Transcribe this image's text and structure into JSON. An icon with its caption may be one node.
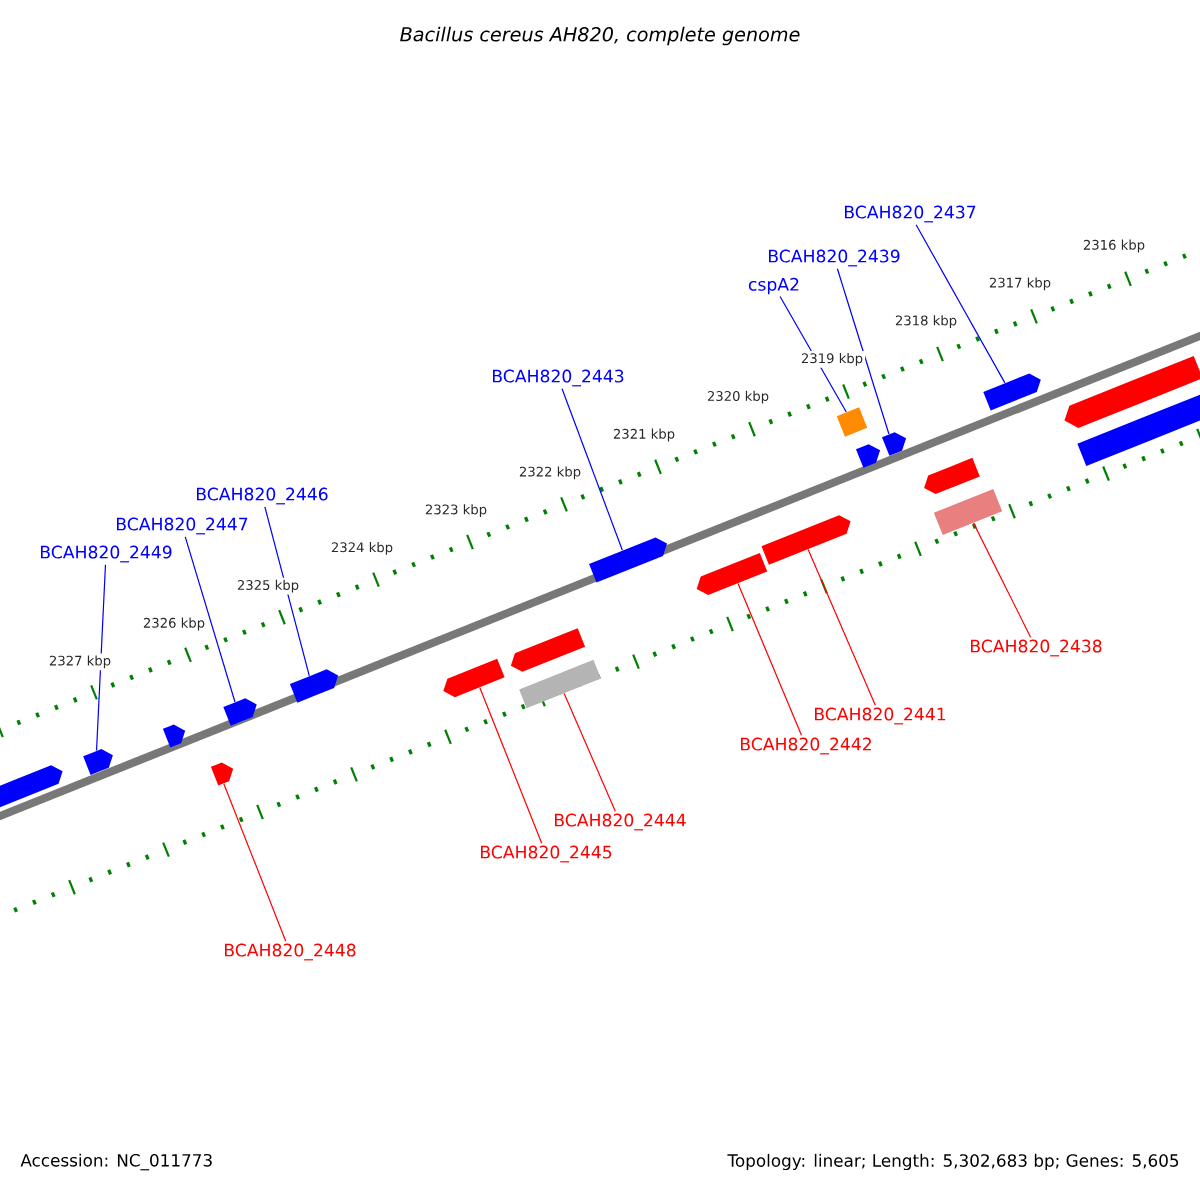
{
  "diagram": {
    "title": "Bacillus cereus AH820, complete genome",
    "nodes": [
      {
        "text": [
          "BCAH820_2437"
        ]
      },
      {
        "text": [
          "BCAH820_2439"
        ]
      },
      {
        "text": [
          "cspA2"
        ]
      },
      {
        "text": [
          "BCAH820_2443"
        ]
      },
      {
        "text": [
          "BCAH820_2446"
        ]
      },
      {
        "text": [
          "BCAH820_2447"
        ]
      },
      {
        "text": [
          "BCAH820_2449"
        ]
      },
      {
        "text": [
          "BCAH820_2438"
        ]
      },
      {
        "text": [
          "BCAH820_2441"
        ]
      },
      {
        "text": [
          "BCAH820_2442"
        ]
      },
      {
        "text": [
          "BCAH820_2444"
        ]
      },
      {
        "text": [
          "BCAH820_2445"
        ]
      },
      {
        "text": [
          "BCAH820_2448"
        ]
      },
      {
        "text": [],
        "shape": "arrow"
      },
      {
        "text": [],
        "shape": "arrow"
      },
      {
        "text": [],
        "shape": "arrow"
      },
      {
        "text": [],
        "shape": "arrow"
      },
      {
        "text": [],
        "shape": "arrow"
      },
      {
        "text": [],
        "shape": "arrow"
      },
      {
        "text": [],
        "shape": "arrow"
      },
      {
        "text": [],
        "shape": "arrow"
      },
      {
        "text": [],
        "shape": "box"
      },
      {
        "text": [],
        "shape": "arrow"
      },
      {
        "text": [],
        "shape": "arrow"
      },
      {
        "text": [],
        "shape": "arrow"
      },
      {
        "text": [],
        "shape": "box"
      },
      {
        "text": [],
        "shape": "arrow"
      },
      {
        "text": [],
        "shape": "arrow"
      },
      {
        "text": [],
        "shape": "arrow"
      },
      {
        "text": [],
        "shape": "box"
      },
      {
        "text": [],
        "shape": "arrow"
      },
      {
        "text": [],
        "shape": "arrow"
      },
      {
        "text": [],
        "shape": "arrow"
      }
    ],
    "edges": [
      {
        "from": 0,
        "to": 30,
        "arrow": "none"
      },
      {
        "from": 1,
        "to": 27,
        "arrow": "none"
      },
      {
        "from": 2,
        "to": 25,
        "arrow": "none"
      },
      {
        "from": 3,
        "to": 22,
        "arrow": "none"
      },
      {
        "from": 4,
        "to": 18,
        "arrow": "none"
      },
      {
        "from": 5,
        "to": 17,
        "arrow": "none"
      },
      {
        "from": 6,
        "to": 14,
        "arrow": "none"
      },
      {
        "from": 7,
        "to": 29,
        "arrow": "none",
        "color": "#ff0000"
      },
      {
        "from": 8,
        "to": 24,
        "arrow": "none",
        "color": "#ff0000"
      },
      {
        "from": 9,
        "to": 23,
        "arrow": "none",
        "color": "#ff0000"
      },
      {
        "from": 10,
        "to": 21,
        "arrow": "none",
        "color": "#ff0000"
      },
      {
        "from": 11,
        "to": 19,
        "arrow": "none",
        "color": "#ff0000"
      },
      {
        "from": 12,
        "to": 16,
        "arrow": "none",
        "color": "#ff0000"
      }
    ],
    "labels": [
      "2316 kbp",
      "2317 kbp",
      "2318 kbp",
      "2319 kbp",
      "2320 kbp",
      "2321 kbp",
      "2322 kbp",
      "2323 kbp",
      "2324 kbp",
      "2325 kbp",
      "2326 kbp",
      "2327 kbp",
      "Accession: NC_011773",
      "Topology: linear; Length: 5,302,683 bp; Genes: 5,605"
    ]
  }
}
